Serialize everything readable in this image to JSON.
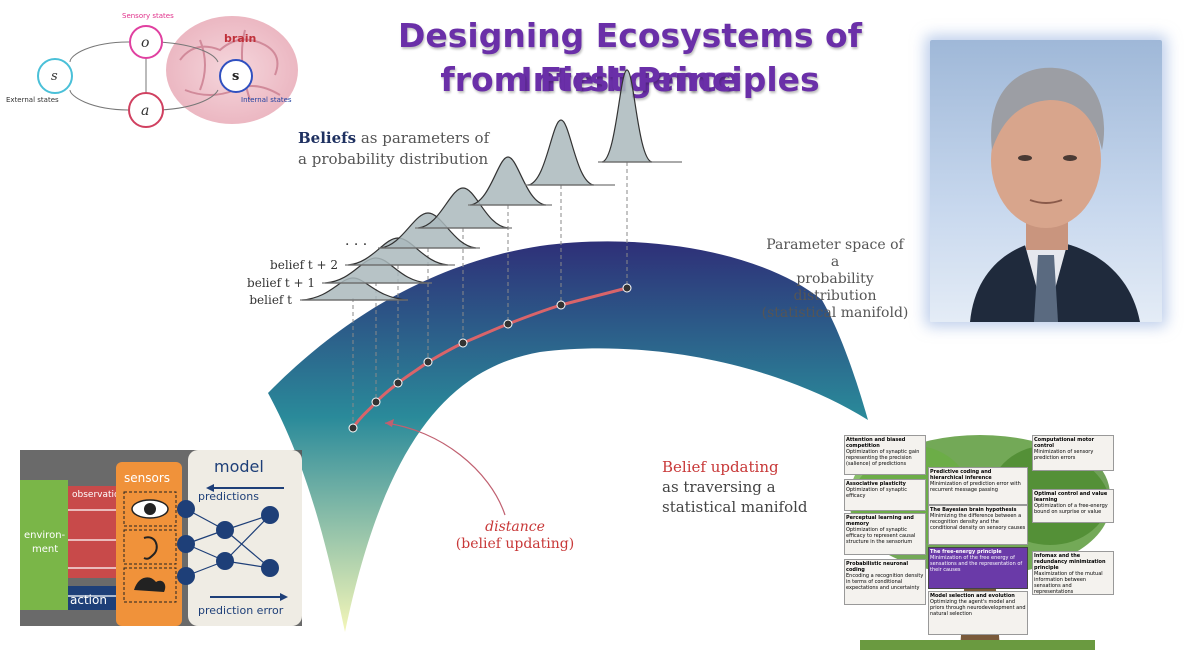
{
  "title": {
    "line1": "Designing Ecosystems of Intelligence",
    "line2": "from First Principles"
  },
  "brain_diagram": {
    "sensory_states": "Sensory states",
    "brain": "brain",
    "external_states": "External states",
    "internal_states": "Internal states",
    "node_o": "o",
    "node_s_left": "s",
    "node_s_right": "s",
    "node_a": "a"
  },
  "manifold": {
    "beliefs_bold": "Beliefs",
    "beliefs_rest_1": "as parameters of",
    "beliefs_rest_2": "a probability distribution",
    "parameter_space_1": "Parameter space of a",
    "parameter_space_2": "probability distribution",
    "parameter_space_3": "(statistical manifold)",
    "belief_t2": "belief t + 2",
    "belief_t1": "belief t + 1",
    "belief_t": "belief t",
    "ellipsis": "· · ·",
    "belief_updating_red": "Belief updating",
    "belief_updating_2": "as traversing a",
    "belief_updating_3": "statistical manifold",
    "distance": "distance",
    "distance_sub": "(belief updating)"
  },
  "sensor_model": {
    "environment_1": "environ-",
    "environment_2": "ment",
    "observation": "observation",
    "action": "action",
    "sensors": "sensors",
    "model": "model",
    "predictions": "predictions",
    "prediction_error": "prediction error"
  },
  "tree": {
    "attention": "Attention and biased competition",
    "attention_desc": "Optimization of synaptic gain representing the precision (salience) of predictions",
    "computational_motor": "Computational motor control",
    "computational_motor_desc": "Minimization of sensory prediction errors",
    "predictive_coding": "Predictive coding and hierarchical inference",
    "predictive_coding_desc": "Minimization of prediction error with recurrent message passing",
    "associative": "Associative plasticity",
    "associative_desc": "Optimization of synaptic efficacy",
    "optimal_control": "Optimal control and value learning",
    "optimal_control_desc": "Optimization of a free-energy bound on surprise or value",
    "bayesian_brain": "The Bayesian brain hypothesis",
    "bayesian_brain_desc": "Minimizing the difference between a recognition density and the conditional density on sensory causes",
    "perceptual": "Perceptual learning and memory",
    "perceptual_desc": "Optimization of synaptic efficacy to represent causal structure in the sensorium",
    "free_energy": "The free-energy principle",
    "free_energy_desc": "Minimization of the free energy of sensations and the representation of their causes",
    "infomax": "Infomax and the redundancy minimization principle",
    "infomax_desc": "Maximization of the mutual information between sensations and representations",
    "probabilistic": "Probabilistic neuronal coding",
    "probabilistic_desc": "Encoding a recognition density in terms of conditional expectations and uncertainty",
    "model_selection": "Model selection and evolution",
    "model_selection_desc": "Optimizing the agent's model and priors through neurodevelopment and natural selection"
  },
  "colors": {
    "title": "#6a2fa8",
    "manifold_top": "#2e2f78",
    "manifold_mid": "#2a8a9a",
    "manifold_bottom": "#f4f6b8",
    "path": "#d9646a",
    "sensor_orange": "#f0923a",
    "env_green": "#7ab648",
    "obs_red": "#c84a4a",
    "action_blue": "#1e3f78",
    "node_blue": "#1e3f78"
  }
}
